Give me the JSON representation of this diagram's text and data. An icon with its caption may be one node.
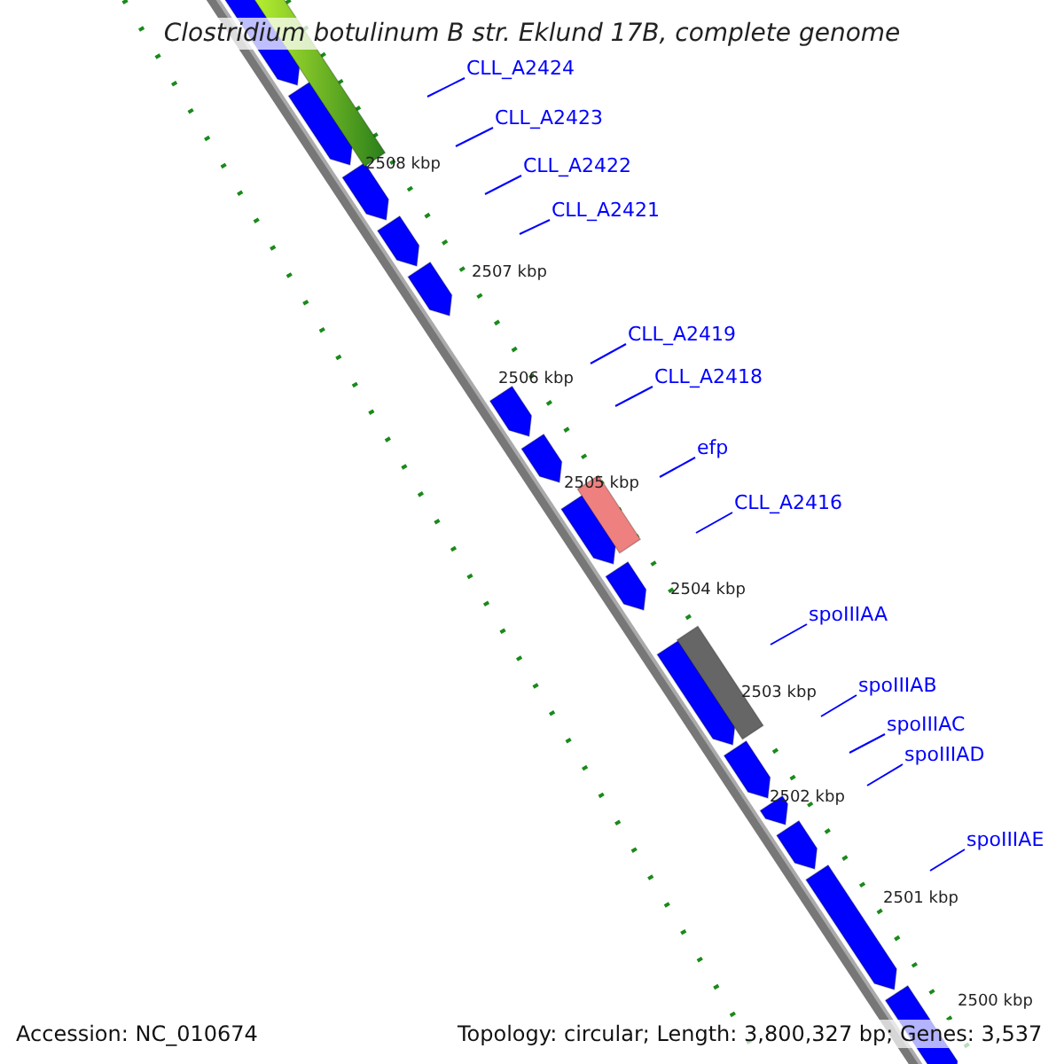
{
  "diagram": {
    "title": "Clostridium botulinum B str. Eklund 17B, complete genome",
    "nodes": [
      {
        "text": [
          "CLL_A2424"
        ]
      },
      {
        "text": [
          "CLL_A2423"
        ]
      },
      {
        "text": [
          "CLL_A2422"
        ]
      },
      {
        "text": [
          "CLL_A2421"
        ]
      },
      {
        "text": [
          "CLL_A2419"
        ]
      },
      {
        "text": [
          "CLL_A2418"
        ]
      },
      {
        "text": [
          "efp"
        ]
      },
      {
        "text": [
          "CLL_A2416"
        ]
      },
      {
        "text": [
          "spoIIIAA"
        ]
      },
      {
        "text": [
          "spoIIIAB"
        ]
      },
      {
        "text": [
          "spoIIIAC"
        ]
      },
      {
        "text": [
          "spoIIIAD"
        ]
      },
      {
        "text": [
          "spoIIIAE"
        ]
      }
    ],
    "edges": [
      {
        "from": 0,
        "to": null,
        "arrow": "none"
      },
      {
        "from": 1,
        "to": null,
        "arrow": "none"
      },
      {
        "from": 2,
        "to": null,
        "arrow": "none"
      },
      {
        "from": 3,
        "to": null,
        "arrow": "none"
      },
      {
        "from": 4,
        "to": null,
        "arrow": "none"
      },
      {
        "from": 5,
        "to": null,
        "arrow": "none"
      },
      {
        "from": 6,
        "to": null,
        "arrow": "none"
      },
      {
        "from": 7,
        "to": null,
        "arrow": "none"
      },
      {
        "from": 8,
        "to": null,
        "arrow": "none"
      },
      {
        "from": 9,
        "to": null,
        "arrow": "none"
      },
      {
        "from": 10,
        "to": null,
        "arrow": "none"
      },
      {
        "from": 11,
        "to": null,
        "arrow": "none"
      },
      {
        "from": 12,
        "to": null,
        "arrow": "none"
      }
    ],
    "labels": [
      "2508 kbp",
      "2507 kbp",
      "2506 kbp",
      "2505 kbp",
      "2504 kbp",
      "2503 kbp",
      "2502 kbp",
      "2501 kbp",
      "2500 kbp",
      "Accession: NC_010674",
      "Topology: circular; Length: 3,800,327 bp; Genes: 3,537"
    ]
  }
}
